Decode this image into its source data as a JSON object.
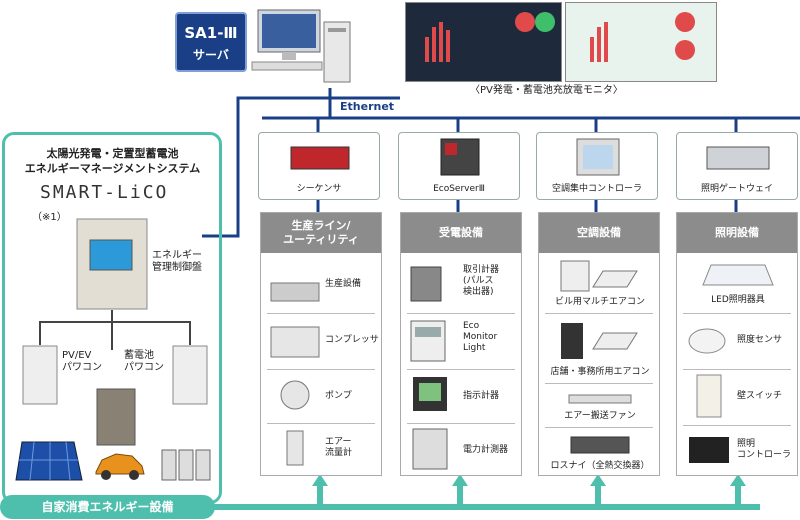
{
  "server": {
    "line1": "SA1-Ⅲ",
    "line2": "サーバ"
  },
  "monitor_caption": "〈PV発電・蓄電池充放電モニタ〉",
  "ethernet_label": "Ethernet",
  "system": {
    "title1": "太陽光発電・定置型蓄電池",
    "title2": "エネルギーマネージメントシステム",
    "brand": "SMART-LiCO",
    "note": "（※1）",
    "panel_label1": "エネルギー",
    "panel_label2": "管理制御盤",
    "pv_label1": "PV/EV",
    "pv_label2": "パワコン",
    "bat_label1": "蓄電池",
    "bat_label2": "パワコン"
  },
  "devices": [
    {
      "label": "シーケンサ"
    },
    {
      "label": "EcoServerⅢ"
    },
    {
      "label": "空調集中コントローラ"
    },
    {
      "label": "照明ゲートウェイ"
    }
  ],
  "categories": [
    {
      "title1": "生産ライン/",
      "title2": "ユーティリティ",
      "items": [
        "生産設備",
        "コンプレッサ",
        "ポンプ",
        "エアー\n流量計"
      ]
    },
    {
      "title1": "受電設備",
      "title2": "",
      "items": [
        "取引計器\n(パルス\n検出器)",
        "Eco\nMonitor\nLight",
        "指示計器",
        "電力計測器"
      ]
    },
    {
      "title1": "空調設備",
      "title2": "",
      "items": [
        "ビル用マルチエアコン",
        "店舗・事務所用エアコン",
        "エアー搬送ファン",
        "ロスナイ（全熱交換器）"
      ]
    },
    {
      "title1": "照明設備",
      "title2": "",
      "items": [
        "LED照明器具",
        "照度センサ",
        "壁スイッチ",
        "照明\nコントローラ"
      ]
    }
  ],
  "bottom_label": "自家消費エネルギー設備",
  "colors": {
    "teal": "#4fbfad",
    "blue": "#1b3f86",
    "gray_header": "#8c8c8c"
  }
}
